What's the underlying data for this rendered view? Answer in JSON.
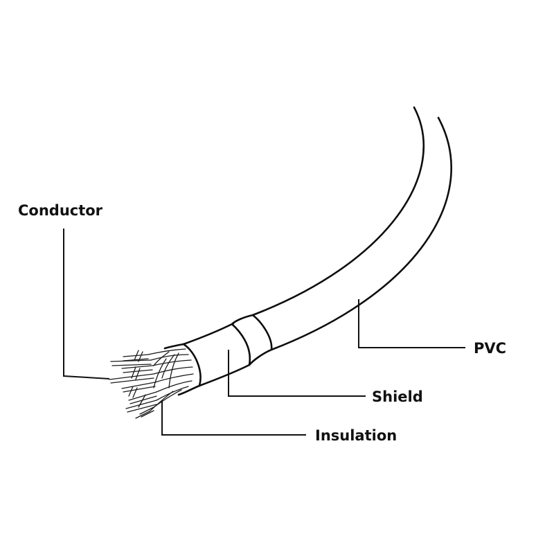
{
  "labels": {
    "conductor": "Conductor",
    "pvc": "PVC",
    "shield": "Shield",
    "insulation": "Insulation"
  },
  "colors": {
    "line": "#111111",
    "background": "#ffffff"
  }
}
